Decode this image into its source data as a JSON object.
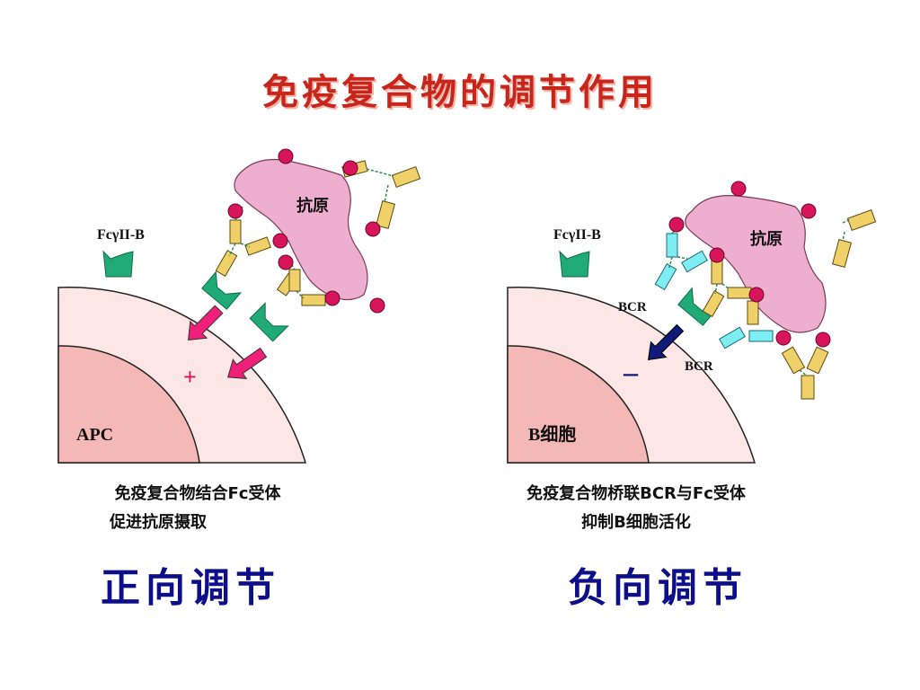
{
  "title": "免疫复合物的调节作用",
  "left_panel": {
    "receptor_label": "FcγII-B",
    "antigen_label": "抗原",
    "cell_label": "APC",
    "effect_symbol": "+",
    "caption_line1": "免疫复合物结合Fc受体",
    "caption_line2": "促进抗原摄取",
    "subtitle": "正向调节"
  },
  "right_panel": {
    "receptor_label": "FcγII-B",
    "antigen_label": "抗原",
    "bcr_label_1": "BCR",
    "bcr_label_2": "BCR",
    "cell_label": "B细胞",
    "effect_symbol": "–",
    "caption_line1": "免疫复合物桥联BCR与Fc受体",
    "caption_line2": "抑制B细胞活化",
    "subtitle": "负向调节"
  },
  "colors": {
    "title": "#c8261c",
    "subtitle": "#0d0e8a",
    "cell_outer": "#fce6e6",
    "cell_inner": "#f4b8b6",
    "antigen": "#eeaed0",
    "receptor": "#1faa78",
    "antibody_yellow": "#f0d068",
    "bcr_cyan": "#7eeef2",
    "epitope": "#d8145a",
    "pink_arrow": "#f01f7a",
    "navy_arrow": "#101a78"
  }
}
